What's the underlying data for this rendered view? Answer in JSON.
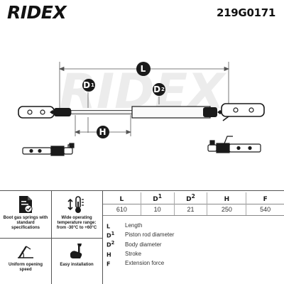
{
  "header": {
    "brand": "RIDEX",
    "part_number": "219G0171"
  },
  "diagram": {
    "dimensions": [
      {
        "key": "L",
        "sup": ""
      },
      {
        "key": "D",
        "sup": "1"
      },
      {
        "key": "D",
        "sup": "2"
      },
      {
        "key": "H",
        "sup": ""
      }
    ],
    "watermark": "RIDEX",
    "line_color": "#1a1a1a",
    "badge_color": "#1a1a1a"
  },
  "features": [
    {
      "icon": "document-check-icon",
      "label": "Boot gas springs with standard specifications"
    },
    {
      "icon": "thermometer-icon",
      "label": "Wide operating temperature range: from -30°C to +60°C"
    },
    {
      "icon": "opening-speed-icon",
      "label": "Uniform opening speed"
    },
    {
      "icon": "hand-tool-icon",
      "label": "Easy installation"
    }
  ],
  "spec_table": {
    "headers": [
      {
        "key": "L",
        "sup": ""
      },
      {
        "key": "D",
        "sup": "1"
      },
      {
        "key": "D",
        "sup": "2"
      },
      {
        "key": "H",
        "sup": ""
      },
      {
        "key": "F",
        "sup": ""
      }
    ],
    "values": [
      "610",
      "10",
      "21",
      "250",
      "540"
    ]
  },
  "legend": [
    {
      "key": "L",
      "sup": "",
      "text": "Length"
    },
    {
      "key": "D",
      "sup": "1",
      "text": "Piston rod diameter"
    },
    {
      "key": "D",
      "sup": "2",
      "text": "Body diameter"
    },
    {
      "key": "H",
      "sup": "",
      "text": "Stroke"
    },
    {
      "key": "F",
      "sup": "",
      "text": "Extension force"
    }
  ]
}
